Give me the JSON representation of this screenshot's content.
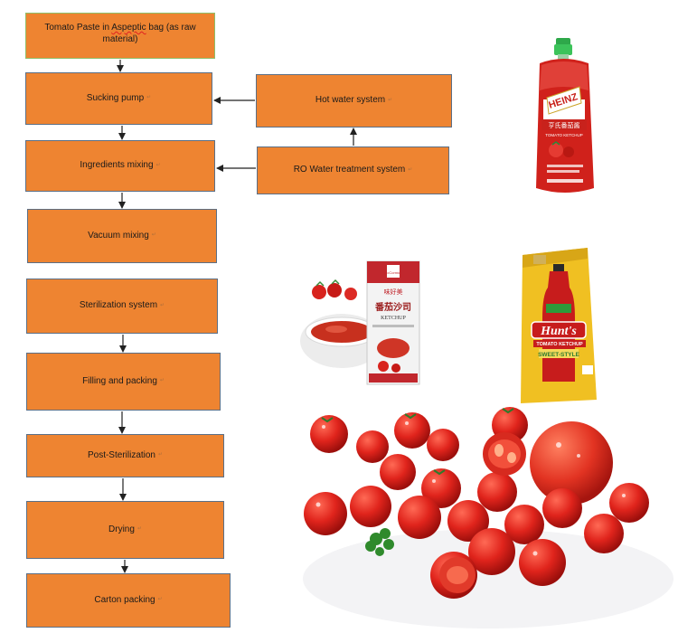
{
  "flow": {
    "raw_prefix": "Tomato Paste in ",
    "raw_squiggle": "Aspeptic",
    "raw_suffix": " bag (as raw material)",
    "steps": [
      "Sucking pump",
      "Ingredients mixing",
      "Vacuum mixing",
      "Sterilization system",
      "Filling and packing",
      "Post-Sterilization",
      "Drying",
      "Carton packing"
    ],
    "side": {
      "hot_water": "Hot water system",
      "ro_water": "RO Water treatment system"
    },
    "marker": "↵"
  },
  "products": {
    "heinz": {
      "brand": "HEINZ",
      "cn_label": "亨氏番茄酱",
      "sub": "TOMATO KETCHUP"
    },
    "mccormick": {
      "brand": "McCormick",
      "cn_brand": "味好美",
      "cn_label": "番茄沙司",
      "sub": "KETCHUP"
    },
    "hunts": {
      "brand": "Hunt's",
      "sub": "TOMATO KETCHUP",
      "style": "SWEET-STYLE"
    }
  },
  "colors": {
    "box_fill": "#ee8431",
    "box_border": "#5b6f86",
    "arrow": "#222222",
    "tomato": "#d9231d"
  }
}
